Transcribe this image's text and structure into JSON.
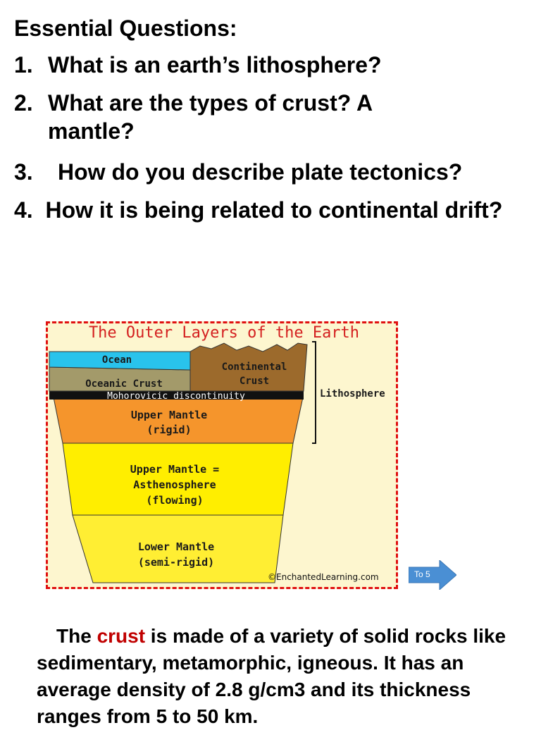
{
  "heading": "Essential Questions:",
  "questions": [
    {
      "num": "1.",
      "text": "What is an earth’s lithosphere?"
    },
    {
      "num": "2.",
      "text": "What are the types of crust? A mantle?"
    },
    {
      "num": "3.",
      "text": "How do you describe plate tectonics?"
    },
    {
      "num": "4.",
      "text": "How it is being related to continental drift?"
    }
  ],
  "diagram": {
    "title": "The Outer Layers of the Earth",
    "labels": {
      "ocean": "Ocean",
      "continental_1": "Continental",
      "continental_2": "Crust",
      "oceanic": "Oceanic Crust",
      "moho": "Mohorovicic discontinuity",
      "upper_rigid_1": "Upper Mantle",
      "upper_rigid_2": "(rigid)",
      "astheno_1": "Upper Mantle =",
      "astheno_2": "Asthenosphere",
      "astheno_3": "(flowing)",
      "lower_1": "Lower Mantle",
      "lower_2": "(semi-rigid)",
      "lithosphere": "Lithosphere",
      "copyright": "©EnchantedLearning.com"
    },
    "colors": {
      "ocean": "#29c3ec",
      "oceanic_crust": "#a39a6a",
      "continental_crust": "#9c6a2c",
      "moho": "#111111",
      "upper_mantle": "#f5952c",
      "asthenosphere": "#ffee00",
      "lower_mantle": "#ffee33",
      "border": "#e01010",
      "background": "#fdf6cf"
    }
  },
  "nav_button": {
    "label": "To 5",
    "color": "#4a8fd4"
  },
  "paragraph": {
    "prefix": "The ",
    "highlight": "crust",
    "rest": " is made of a variety of solid rocks like sedimentary, metamorphic, igneous. It has an average density of 2.8 g/cm3 and its thickness ranges from 5 to 50 km.",
    "highlight_color": "#c00000"
  }
}
